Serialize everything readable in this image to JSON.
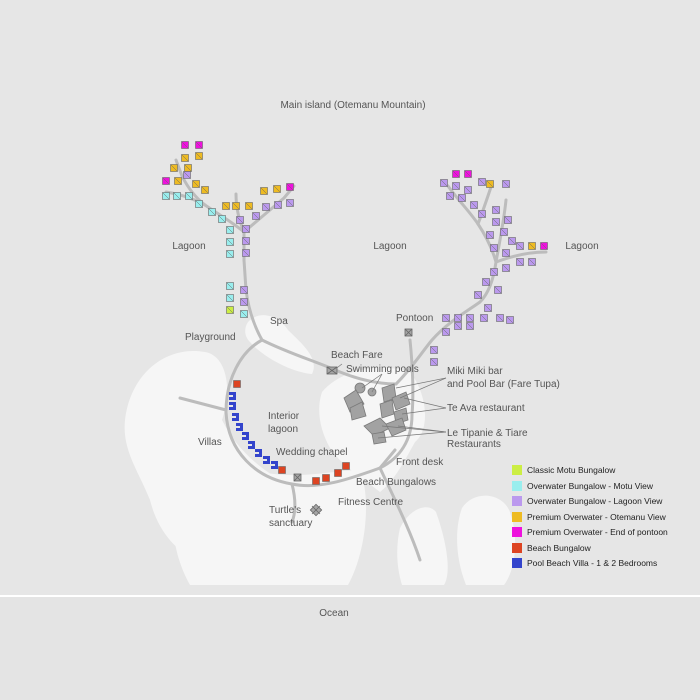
{
  "colors": {
    "water": "#e6e6e6",
    "land": "#f7f7f7",
    "path": "#bdbdbd",
    "coast": "#ffffff",
    "facility": "#9a9a9a"
  },
  "labels": {
    "main_island": "Main island (Otemanu Mountain)",
    "lagoon_left": "Lagoon",
    "lagoon_center": "Lagoon",
    "lagoon_right": "Lagoon",
    "spa": "Spa",
    "playground": "Playground",
    "pontoon": "Pontoon",
    "beach_fare": "Beach Fare",
    "swimming_pools": "Swimming pools",
    "miki_miki_1": "Miki Miki bar",
    "miki_miki_2": "and Pool Bar (Fare Tupa)",
    "te_ava": "Te Ava restaurant",
    "le_tipanie_1": "Le Tipanie & Tiare",
    "le_tipanie_2": "Restaurants",
    "interior_lagoon_1": "Interior",
    "interior_lagoon_2": "lagoon",
    "villas": "Villas",
    "wedding_chapel": "Wedding chapel",
    "front_desk": "Front desk",
    "beach_bungalows": "Beach Bungalows",
    "turtles_sanctuary_1": "Turtle's",
    "turtles_sanctuary_2": "sanctuary",
    "fitness_centre": "Fitness Centre",
    "ocean": "Ocean"
  },
  "legend": [
    {
      "label": "Classic Motu Bungalow",
      "color": "#ccee44"
    },
    {
      "label": "Overwater Bungalow - Motu View",
      "color": "#99eeee"
    },
    {
      "label": "Overwater Bungalow - Lagoon View",
      "color": "#bb99ee"
    },
    {
      "label": "Premium Overwater - Otemanu View",
      "color": "#eebb22"
    },
    {
      "label": "Premium Overwater - End of pontoon",
      "color": "#ee11dd"
    },
    {
      "label": "Beach Bungalow",
      "color": "#dd4422"
    },
    {
      "label": "Pool Beach Villa - 1 & 2 Bedrooms",
      "color": "#3344cc"
    }
  ]
}
